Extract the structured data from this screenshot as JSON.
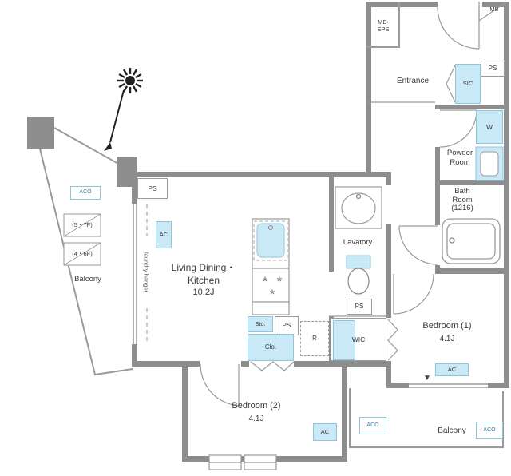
{
  "colors": {
    "wall": "#8d8d8d",
    "thin_line": "#9a9a9a",
    "fixture_fill": "#c9e9f6",
    "fixture_border": "#8fc6dd",
    "text": "#3a3a3a",
    "aco_text": "#3a7ca5"
  },
  "plan": {
    "upper_block": {
      "mb_corner": "MB",
      "mb_eps_lines": [
        "MB·",
        "EPS"
      ],
      "ps": "PS",
      "sic": "SIC",
      "entrance": "Entrance",
      "washer": "W",
      "powder_room_lines": [
        "Powder",
        "Room"
      ],
      "bath_room_lines": [
        "Bath",
        "Room",
        "(1216)"
      ]
    },
    "ldk": {
      "ps": "PS",
      "ac": "AC",
      "laundry_hanger": "laundry hanger",
      "name_lines": [
        "Living Dining・",
        "Kitchen"
      ],
      "size": "10.2J",
      "sto": "Sto.",
      "ps_kitchen": "PS",
      "clo": "Clo.",
      "fridge": "R",
      "burner_icon": "*"
    },
    "lavatory": {
      "name": "Lavatory",
      "ps": "PS",
      "wic": "WIC"
    },
    "bedroom1": {
      "name": "Bedroom (1)",
      "size": "4.1J",
      "ac": "AC",
      "marker": "▼"
    },
    "bedroom2": {
      "name": "Bedroom (2)",
      "size": "4.1J",
      "ac": "AC"
    },
    "balcony_left": {
      "aco": "ACO",
      "hatch_upper": "(5・7F)",
      "hatch_lower": "(4・6F)",
      "name": "Balcony"
    },
    "balcony_bottom": {
      "name": "Balcony",
      "aco_left": "ACO",
      "aco_right": "ACO"
    }
  }
}
